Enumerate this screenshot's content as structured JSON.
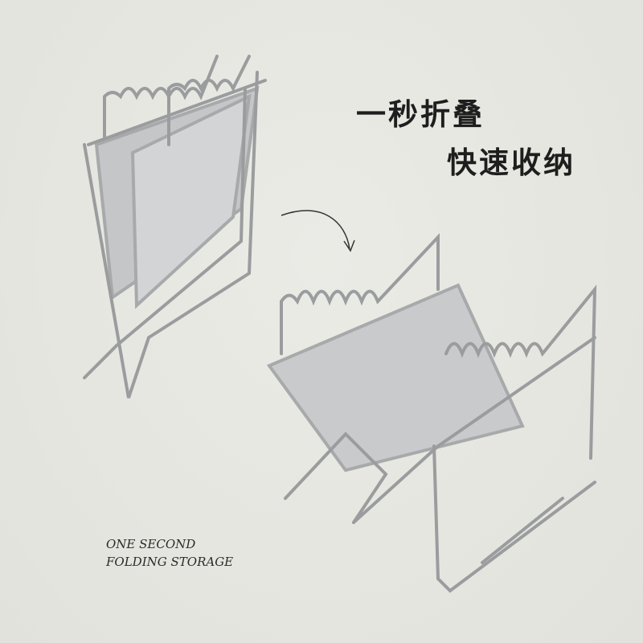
{
  "headline": {
    "line1": "一秒折叠",
    "line2": "快速收纳"
  },
  "subtitle": {
    "line1": "ONE SECOND",
    "line2": "FOLDING STORAGE"
  },
  "colors": {
    "background": "#e6e6e0",
    "text": "#1e1e1e",
    "metal": "#b9bbbd"
  }
}
